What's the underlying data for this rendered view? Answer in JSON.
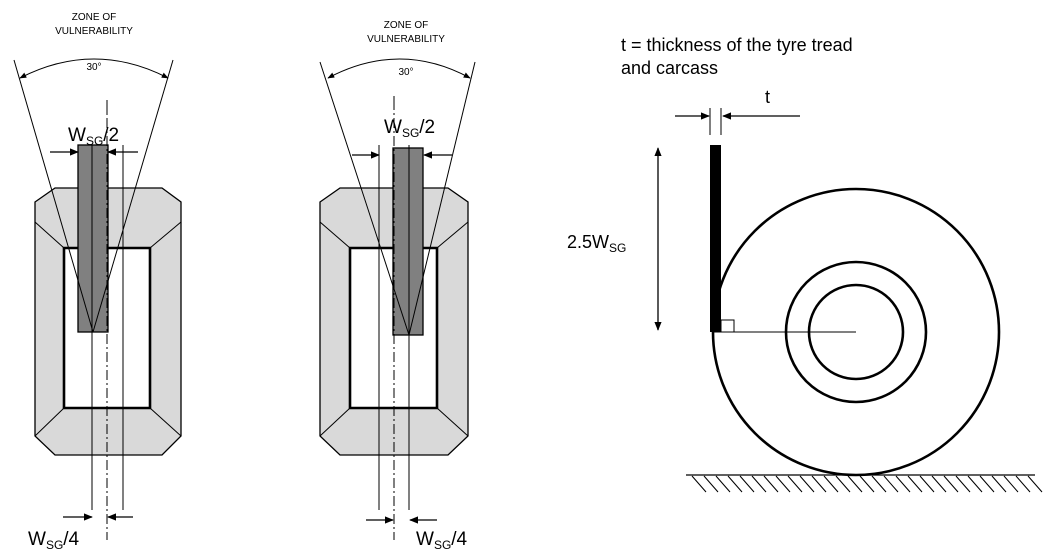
{
  "zone_line1": "ZONE OF",
  "zone_line2": "VULNERABILITY",
  "angle": "30°",
  "wsg": "W",
  "sg": "SG",
  "half": "/2",
  "quarter": "/4",
  "t_def_line1": "t = thickness of the tyre tread",
  "t_def_line2": "and carcass",
  "t": "t",
  "coef": "2.5",
  "colors": {
    "tyre_fill": "#d9d9d9",
    "guard_fill": "#808080",
    "bar_fill": "#000000",
    "line": "#000000",
    "background": "#ffffff"
  }
}
